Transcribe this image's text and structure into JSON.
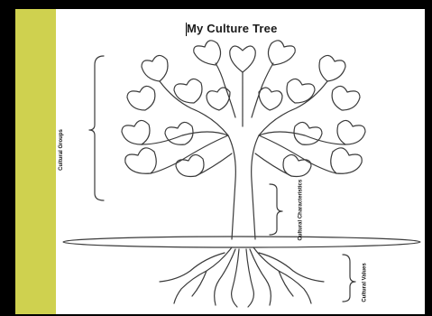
{
  "document": {
    "title": "My Culture Tree",
    "labels": {
      "groups": "Cultural Groups",
      "characteristics": "Cultural Characteristics",
      "values": "Cultural Values"
    }
  },
  "colors": {
    "accent_bar": "#cfd14f",
    "background": "#000000",
    "page": "#ffffff",
    "ink": "#3a3a3a"
  }
}
